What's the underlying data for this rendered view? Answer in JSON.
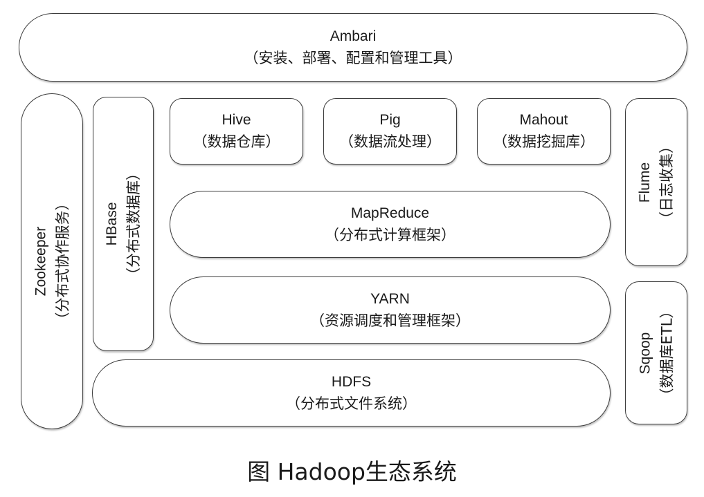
{
  "components": {
    "ambari": {
      "name": "Ambari",
      "desc": "（安装、部署、配置和管理工具）"
    },
    "zookeeper": {
      "name": "Zookeeper",
      "desc": "（分布式协作服务）"
    },
    "hbase": {
      "name": "HBase",
      "desc": "（分布式数据库）"
    },
    "hive": {
      "name": "Hive",
      "desc": "（数据仓库）"
    },
    "pig": {
      "name": "Pig",
      "desc": "（数据流处理）"
    },
    "mahout": {
      "name": "Mahout",
      "desc": "（数据挖掘库）"
    },
    "mapreduce": {
      "name": "MapReduce",
      "desc": "（分布式计算框架）"
    },
    "yarn": {
      "name": "YARN",
      "desc": "（资源调度和管理框架）"
    },
    "hdfs": {
      "name": "HDFS",
      "desc": "（分布式文件系统）"
    },
    "flume": {
      "name": "Flume",
      "desc": "（日志收集）"
    },
    "sqoop": {
      "name": "Sqoop",
      "desc": "（数据库ETL）"
    }
  },
  "caption": "图 Hadoop生态系统"
}
